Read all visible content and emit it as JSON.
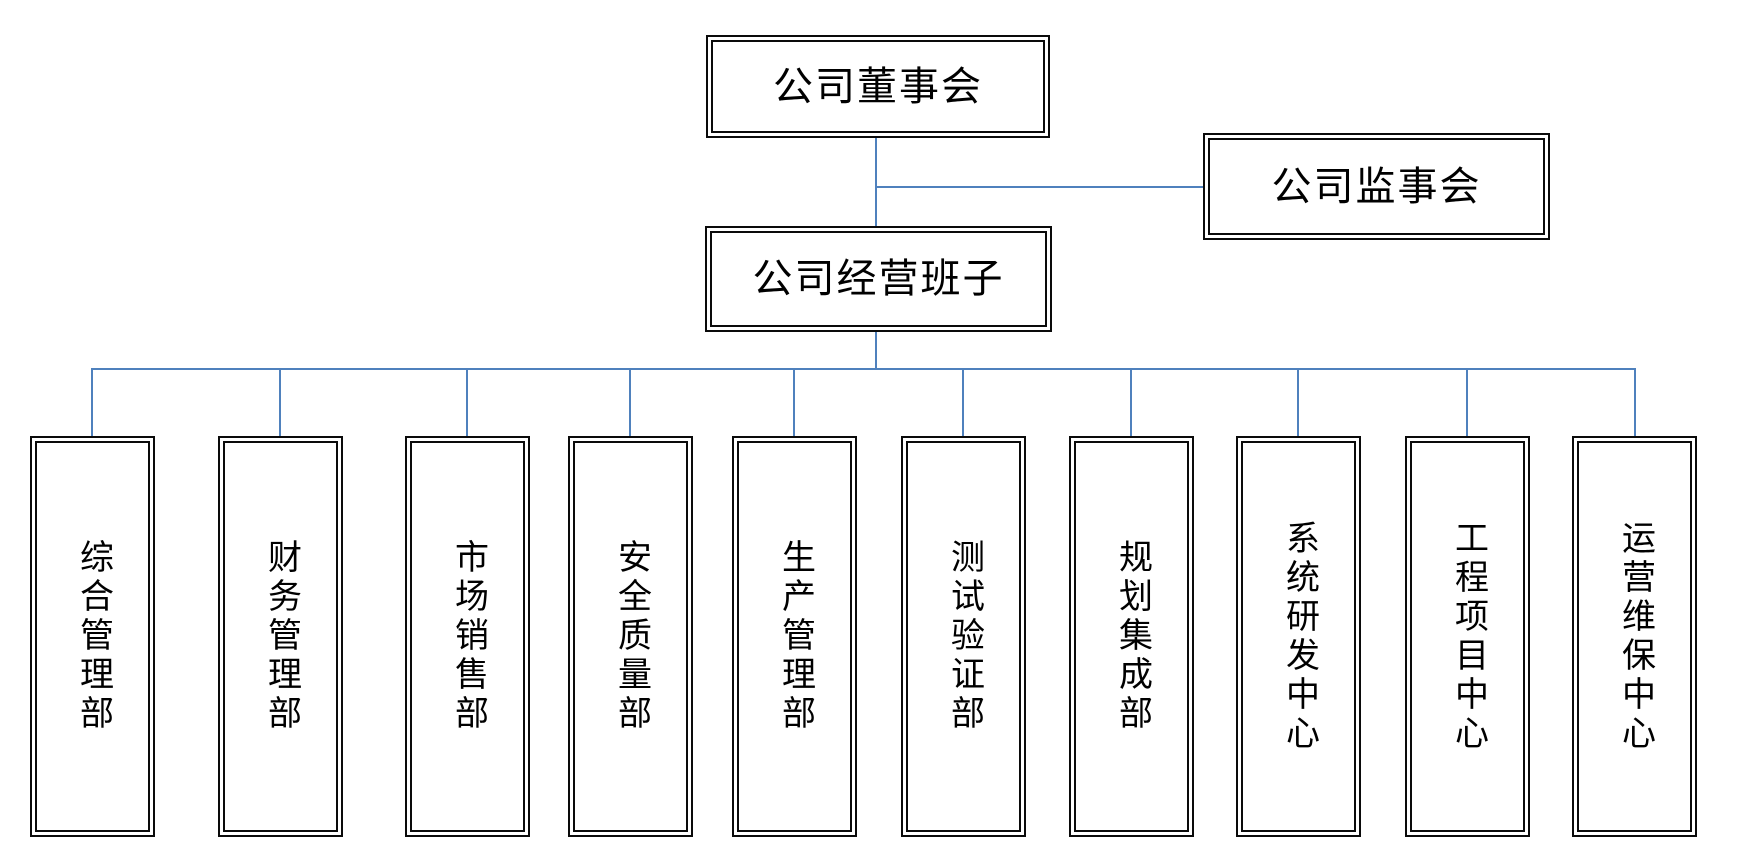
{
  "diagram": {
    "type": "org-chart",
    "colors": {
      "connector": "#4F81BD",
      "box_border": "#0a0a0a",
      "text": "#000000",
      "background": "#ffffff"
    },
    "top_boxes": {
      "board": {
        "label": "公司董事会"
      },
      "supervisory": {
        "label": "公司监事会"
      },
      "management": {
        "label": "公司经营班子"
      }
    },
    "departments": [
      {
        "label": "综合管理部"
      },
      {
        "label": "财务管理部"
      },
      {
        "label": "市场销售部"
      },
      {
        "label": "安全质量部"
      },
      {
        "label": "生产管理部"
      },
      {
        "label": "测试验证部"
      },
      {
        "label": "规划集成部"
      },
      {
        "label": "系统研发中心"
      },
      {
        "label": "工程项目中心"
      },
      {
        "label": "运营维保中心"
      }
    ]
  }
}
